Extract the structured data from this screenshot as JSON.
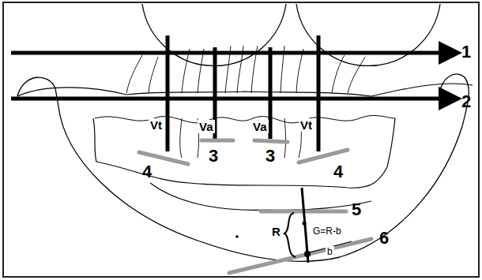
{
  "diagram": {
    "labels": [
      "1",
      "2",
      "Vt",
      "Va",
      "Va",
      "Vt",
      "4",
      "3",
      "3",
      "4",
      "5",
      "6",
      "G=R-b",
      "R",
      "b"
    ]
  }
}
